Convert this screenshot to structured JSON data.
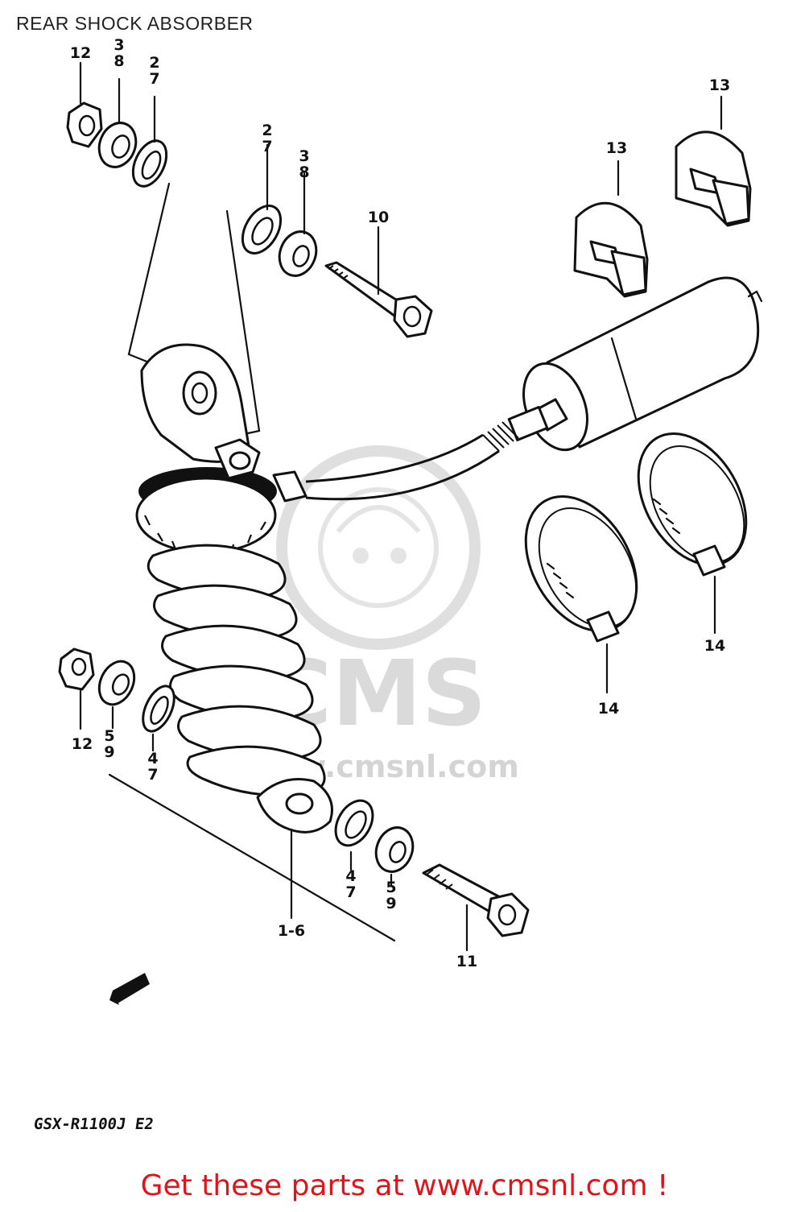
{
  "header": {
    "title": "REAR SHOCK ABSORBER"
  },
  "diagram": {
    "model_code": "GSX-R1100J E2",
    "watermark": {
      "logo_text": "CMS",
      "url_text": "www.cmsnl.com"
    },
    "labels": {
      "nut_top": "12",
      "washer_top_a": [
        "3",
        "8"
      ],
      "washer_top_b": [
        "2",
        "7"
      ],
      "washer_mid_a": [
        "2",
        "7"
      ],
      "washer_mid_b": [
        "3",
        "8"
      ],
      "bolt_top": "10",
      "holder_a": "13",
      "holder_b": "13",
      "band_a": "14",
      "band_b": "14",
      "nut_bottom": "12",
      "washer_bot_a": [
        "5",
        "9"
      ],
      "washer_bot_b": [
        "4",
        "7"
      ],
      "washer_bot_c": [
        "4",
        "7"
      ],
      "washer_bot_d": [
        "5",
        "9"
      ],
      "shock_assembly": "1-6",
      "bolt_bottom": "11"
    }
  },
  "footer": {
    "link_text": "Get these parts at www.cmsnl.com !"
  }
}
